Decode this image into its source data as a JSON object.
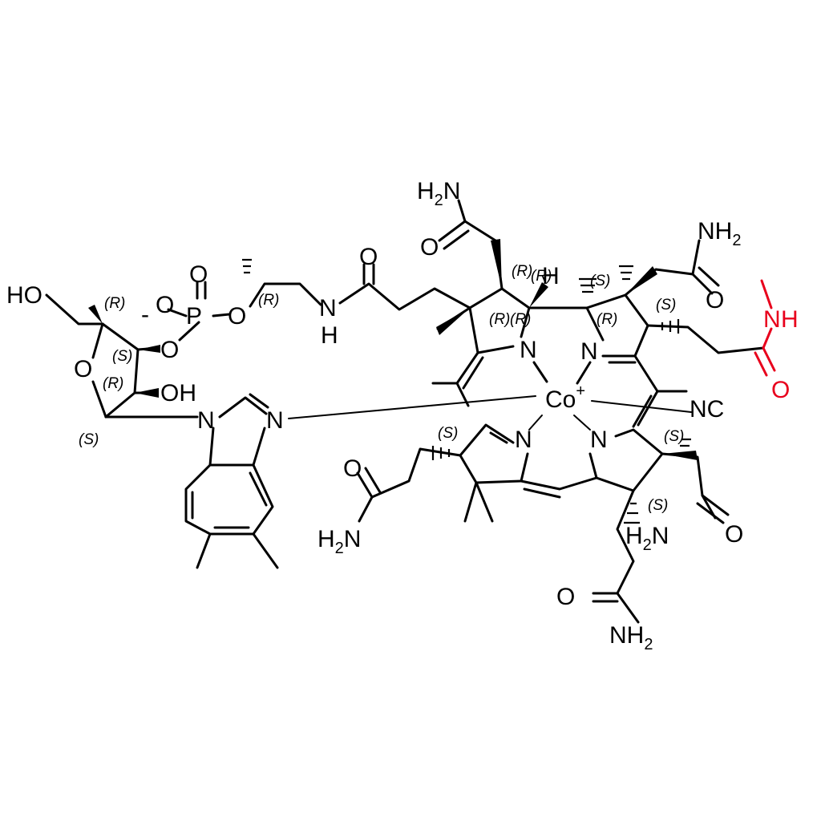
{
  "atoms": {
    "ho": "HO",
    "o_ring": "O",
    "o_phos1": "O",
    "o_phos2": "O",
    "o_phos3": "O",
    "o_dbl_p": "O",
    "p": "P",
    "neg": "-",
    "oh": "OH",
    "n_amide1": "N",
    "h_amide1": "H",
    "o_amide1": "O",
    "h2n_top": "H",
    "h2n_top_sub": "2",
    "h2n_top_n": "N",
    "o_top": "O",
    "h_stereo": "H",
    "nh2_right": "NH",
    "nh2_right_sub": "2",
    "o_right": "O",
    "n_methyl": "N",
    "h_methyl": "H",
    "o_red": "O",
    "n_ring1": "N",
    "n_ring2": "N",
    "n_ring3": "N",
    "n_ring4": "N",
    "co": "Co",
    "co_charge": "+",
    "nc": "NC",
    "n_benz1": "N",
    "n_benz2": "N",
    "h2n_left": "H",
    "h2n_left_sub": "2",
    "h2n_left_n": "N",
    "o_left": "O",
    "h2n_mid": "H",
    "h2n_mid_sub": "2",
    "h2n_mid_n": "N",
    "o_mid": "O",
    "o_bottom": "O",
    "nh2_bottom": "NH",
    "nh2_bottom_sub": "2"
  },
  "stereo_labels": [
    "(R)",
    "(S)",
    "(R)",
    "(S)",
    "(R)",
    "(R)",
    "(R)",
    "(R)",
    "(R)",
    "(S)",
    "(R)",
    "(S)",
    "(S)",
    "(S)",
    "(S)"
  ],
  "colors": {
    "ink": "#000000",
    "highlight": "#e8001c",
    "background": "#ffffff"
  }
}
